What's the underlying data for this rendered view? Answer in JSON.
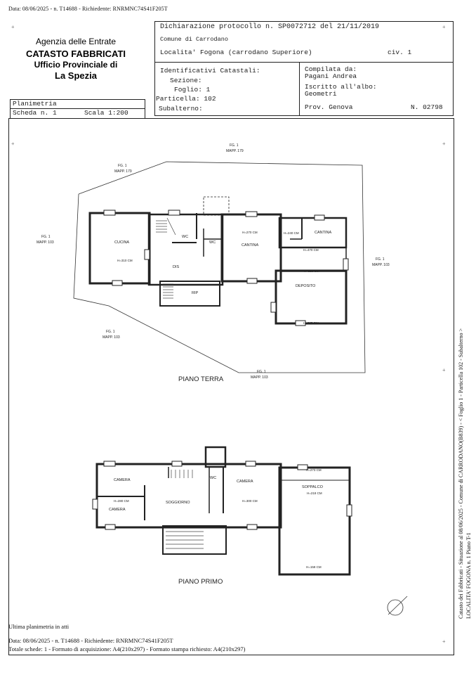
{
  "top_header": "Data: 08/06/2025 - n. T14688 - Richiedente: RNRMNC74S41F205T",
  "agency": {
    "name": "Agenzia delle Entrate",
    "dept": "CATASTO FABBRICATI",
    "office": "Ufficio Provinciale di",
    "city": "La Spezia"
  },
  "declaration": {
    "protocol": "Dichiarazione protocollo n. SP0072712 del 21/11/2019",
    "comune": "Comune di Carrodano",
    "location": "Localita' Fogona (carrodano Superiore)",
    "civ": "civ. 1"
  },
  "identifiers": {
    "title": "Identificativi Catastali:",
    "sezione": "Sezione:",
    "foglio": "Foglio: 1",
    "particella": "Particella: 102",
    "subalterno": "Subalterno:"
  },
  "compiled": {
    "title": "Compilata da:",
    "name": "Pagani Andrea",
    "registered": "Iscritto all'albo:",
    "profession": "Geometri",
    "province": "Prov. Genova",
    "number": "N. 02798"
  },
  "sheet": {
    "type": "Planimetria",
    "scheda": "Scheda n. 1",
    "scale": "Scala 1:200"
  },
  "plan_labels": {
    "fg_top": "FG. 1",
    "mapp_top": "MAPP. 179",
    "fg_topleft": "FG. 1",
    "mapp_topleft": "MAPP. 179",
    "fg_left": "FG. 1",
    "mapp_left": "MAPP. 103",
    "fg_right": "FG. 1",
    "mapp_right": "MAPP. 103",
    "fg_bottomleft": "FG. 1",
    "mapp_bottomleft": "MAPP. 103",
    "fg_bottom": "FG. 1",
    "mapp_bottom": "MAPP. 103",
    "cucina": "CUCINA",
    "h_cucina": "H=310 CM",
    "wc1": "WC",
    "wc2": "WC",
    "dis": "DIS",
    "rip": "RIP",
    "cantina1": "CANTINA",
    "h_cantina1": "H=270 CM",
    "h_240": "H=240 CM",
    "cantina2": "CANTINA",
    "h_470": "H=470 CM",
    "h_550": "H=550 CM",
    "deposito": "DEPOSITO",
    "h_deposito": "H=365 CM",
    "piano_terra": "PIANO TERRA",
    "camera1": "CAMERA",
    "camera2": "CAMERA",
    "h_camera2": "H=280 CM",
    "soggiorno": "SOGGIORNO",
    "wc3": "WC",
    "camera3": "CAMERA",
    "h_camera3": "H=300 CM",
    "h_273": "H=273 CM",
    "soppalco": "SOPPALCO",
    "h_soppalco": "H=218 CM",
    "h_158": "H=158 CM",
    "piano_primo": "PIANO PRIMO"
  },
  "footer": {
    "last_plan": "Ultima planimetria in atti",
    "data_line": "Data: 08/06/2025 - n. T14688 - Richiedente: RNRMNC74S41F205T",
    "totals": "Totale schede: 1 - Formato di acquisizione: A4(210x297) - Formato stampa richiesto: A4(210x297)"
  },
  "side_text": {
    "line1": "Catasto dei Fabbricati - Situazione al 08/06/2025 - Comune di CARRODANO(B839) - < Foglio 1 - Particella 102 - Subalterno >",
    "line2": "LOCALITA' FOGONA n. 1 Piano T-1"
  }
}
